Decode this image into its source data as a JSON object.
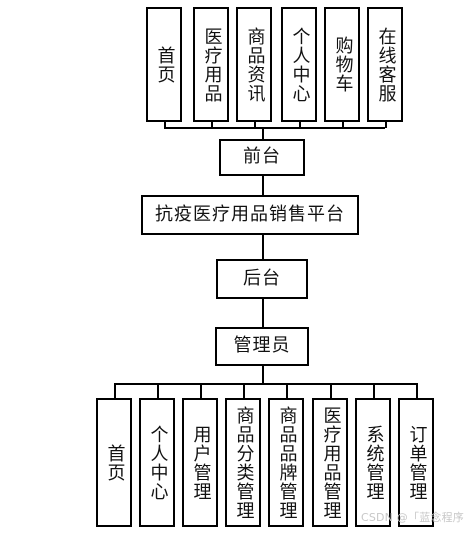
{
  "diagram": {
    "top_modules": [
      {
        "name": "首页"
      },
      {
        "name": "医疗用品"
      },
      {
        "name": "商品资讯"
      },
      {
        "name": "个人中心"
      },
      {
        "name": "购物车"
      },
      {
        "name": "在线客服"
      }
    ],
    "front_label": "前台",
    "platform_label": "抗疫医疗用品销售平台",
    "back_label": "后台",
    "admin_label": "管理员",
    "bottom_modules": [
      {
        "name": "首页"
      },
      {
        "name": "个人中心"
      },
      {
        "name": "用户管理"
      },
      {
        "name": "商品分类管理"
      },
      {
        "name": "商品品牌管理"
      },
      {
        "name": "医疗用品管理"
      },
      {
        "name": "系统管理"
      },
      {
        "name": "订单管理"
      }
    ],
    "watermark": "CSDN @「蓝念程序"
  }
}
